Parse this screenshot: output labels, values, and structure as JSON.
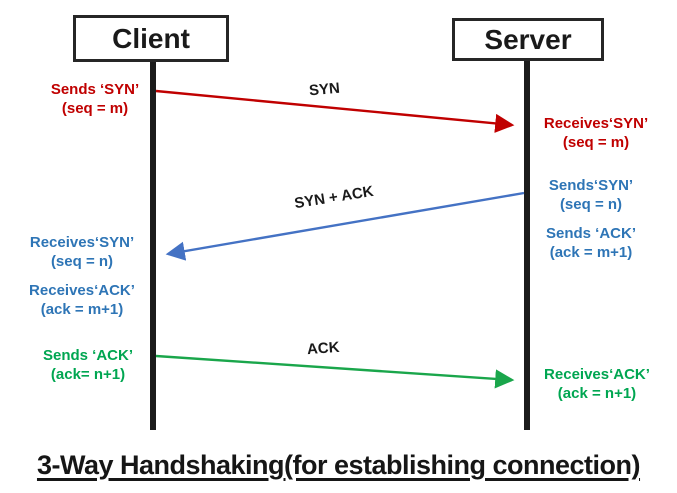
{
  "title": "3-Way Handshaking(for establishing connection)",
  "actors": {
    "client": "Client",
    "server": "Server"
  },
  "messages": {
    "syn": {
      "label": "SYN",
      "from": "Client",
      "to": "Server"
    },
    "syn_ack": {
      "label": "SYN + ACK",
      "from": "Server",
      "to": "Client"
    },
    "ack": {
      "label": "ACK",
      "from": "Client",
      "to": "Server"
    }
  },
  "annotations": {
    "client_syn_send": {
      "line1": "Sends ‘SYN’",
      "line2": "(seq = m)"
    },
    "client_syn_recv": {
      "line1": "Receives‘SYN’",
      "line2": "(seq = n)"
    },
    "client_ack_recv": {
      "line1": "Receives‘ACK’",
      "line2": "(ack = m+1)"
    },
    "client_ack_send": {
      "line1": "Sends ‘ACK’",
      "line2": "(ack= n+1)"
    },
    "server_syn_recv": {
      "line1": "Receives‘SYN’",
      "line2": "(seq = m)"
    },
    "server_syn_send": {
      "line1": "Sends‘SYN’",
      "line2": "(seq = n)"
    },
    "server_ack_send": {
      "line1": "Sends ‘ACK’",
      "line2": "(ack = m+1)"
    },
    "server_ack_recv": {
      "line1": "Receives‘ACK’",
      "line2": "(ack = n+1)"
    }
  },
  "colors": {
    "syn_red": "#c00000",
    "syn_ack_blue": "#4472c4",
    "blue_text": "#2e75b6",
    "ack_green": "#1aa64b",
    "line_black": "#1b1b1b"
  }
}
